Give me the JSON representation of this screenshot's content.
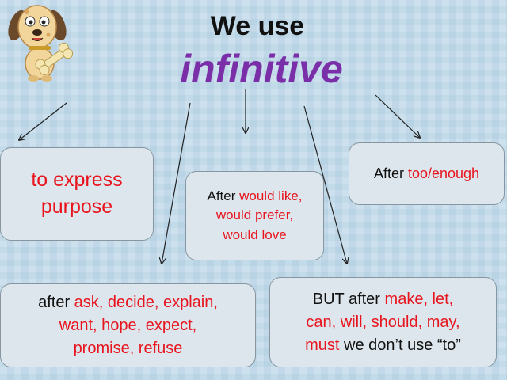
{
  "title": {
    "line1": "We use",
    "line2": "infinitive"
  },
  "boxes": {
    "purpose": {
      "text": "to express purpose"
    },
    "would": {
      "prefix": "After",
      "line1": "would like,",
      "line2": "would prefer,",
      "line3": "would love"
    },
    "too_enough": {
      "prefix": "After",
      "highlight": "too/enough"
    },
    "verbs": {
      "prefix": "after",
      "line1": "ask, decide, explain,",
      "line2": "want, hope, expect,",
      "line3": "promise, refuse"
    },
    "but": {
      "prefix": "BUT after",
      "line1": "make, let,",
      "line2": "can, will, should, may,",
      "line3": "must",
      "suffix": "we don’t use “to”"
    }
  },
  "colors": {
    "title_accent": "#7a2fa8",
    "highlight": "#e8141e",
    "box_fill": "#dde6ec"
  },
  "icons": {
    "mascot": "dog-with-bone-icon"
  }
}
